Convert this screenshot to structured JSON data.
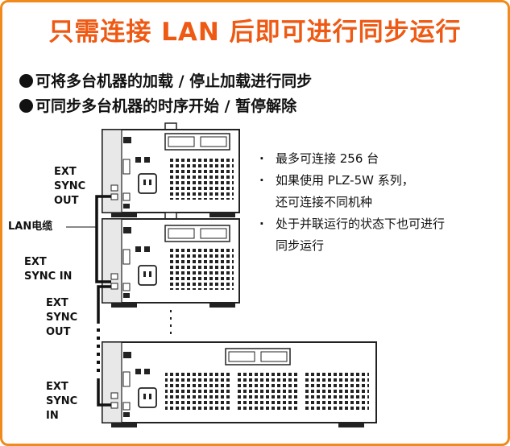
{
  "title": "只需连接 LAN 后即可进行同步运行",
  "bullets": [
    "可将多台机器的加载 / 停止加载进行同步",
    "可同步多台机器的时序开始 / 暂停解除"
  ],
  "notes": {
    "n1": "最多可连接 256 台",
    "n2a": "如果使用 PLZ-5W 系列，",
    "n2b": "还可连接不同机种",
    "n3a": "处于并联运行的状态下也可进行",
    "n3b": "同步运行"
  },
  "labels": {
    "unit1_out": [
      "EXT",
      "SYNC",
      "OUT"
    ],
    "lan_cable": "LAN电缆",
    "unit2_in": [
      "EXT",
      "SYNC IN"
    ],
    "unit2_out": [
      "EXT",
      "SYNC",
      "OUT"
    ],
    "unit3_in": [
      "EXT",
      "SYNC",
      "IN"
    ]
  },
  "marker": "·",
  "colors": {
    "accent": "#ee5a14",
    "border": "#f08a1c",
    "ink": "#111111"
  }
}
